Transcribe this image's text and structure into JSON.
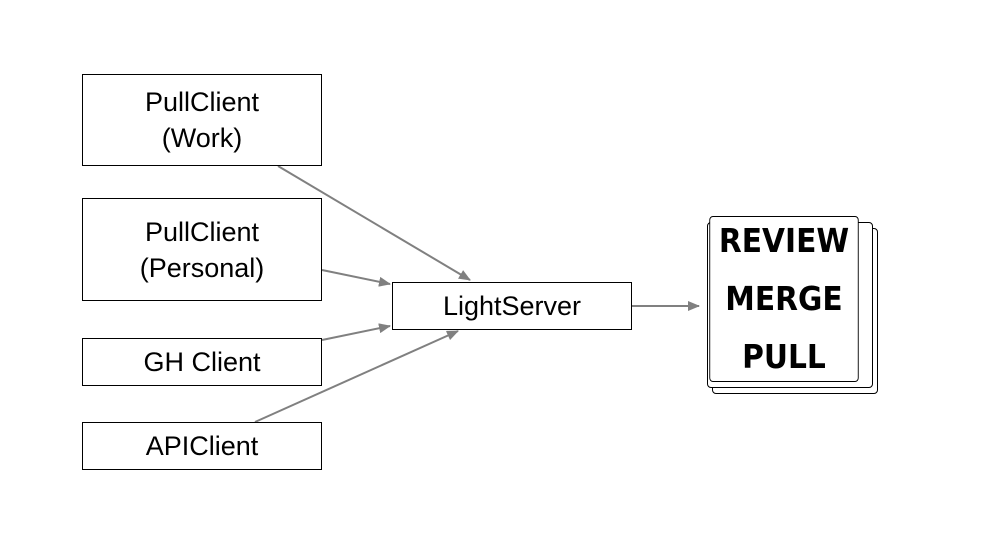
{
  "nodes": {
    "pullclient_work": {
      "line1": "PullClient",
      "line2": "(Work)"
    },
    "pullclient_personal": {
      "line1": "PullClient",
      "line2": "(Personal)"
    },
    "gh_client": {
      "label": "GH Client"
    },
    "api_client": {
      "label": "APIClient"
    },
    "light_server": {
      "label": "LightServer"
    }
  },
  "actions": [
    "REVIEW",
    "MERGE",
    "PULL"
  ],
  "colors": {
    "edge": "#808080",
    "border": "#000000",
    "background": "#ffffff"
  }
}
